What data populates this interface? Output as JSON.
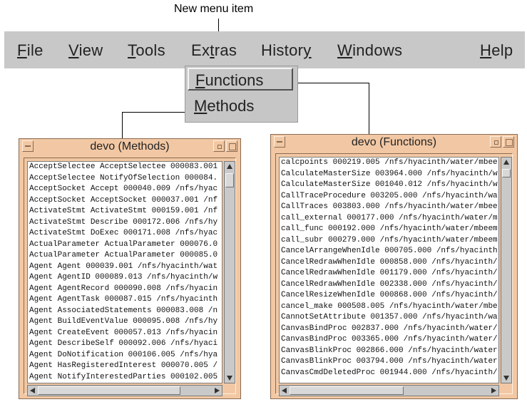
{
  "annotation": {
    "label": "New menu item"
  },
  "menubar": {
    "items": [
      {
        "mnemonic": "F",
        "rest": "ile"
      },
      {
        "mnemonic": "V",
        "rest": "iew"
      },
      {
        "mnemonic": "T",
        "rest": "ools"
      },
      {
        "pre": "Ex",
        "mnemonic": "t",
        "rest": "ras"
      },
      {
        "pre": "Histor",
        "mnemonic": "y",
        "rest": ""
      },
      {
        "mnemonic": "W",
        "rest": "indows"
      },
      {
        "mnemonic": "H",
        "rest": "elp"
      }
    ]
  },
  "dropdown": {
    "functions": {
      "mnemonic": "F",
      "rest": "unctions"
    },
    "methods": {
      "mnemonic": "M",
      "rest": "ethods"
    }
  },
  "methods_window": {
    "title": "devo (Methods)",
    "rows": [
      "AcceptSelectee AcceptSelectee 000083.001",
      "AcceptSelectee NotifyOfSelection 000084.",
      "AcceptSocket Accept 000040.009 /nfs/hyac",
      "AcceptSocket AcceptSocket 000037.001 /nf",
      "ActivateStmt ActivateStmt 000159.001 /nf",
      "ActivateStmt Describe 000172.006 /nfs/hy",
      "ActivateStmt DoExec 000171.008 /nfs/hyac",
      "ActualParameter ActualParameter 000076.0",
      "ActualParameter ActualParameter 000085.0",
      "Agent Agent 000039.001 /nfs/hyacinth/wat",
      "Agent AgentID 000089.013 /nfs/hyacinth/w",
      "Agent AgentRecord 000090.008 /nfs/hyacin",
      "Agent AgentTask 000087.015 /nfs/hyacinth",
      "Agent AssociatedStatements 000083.008 /n",
      "Agent BuildEventValue 000095.008 /nfs/hy",
      "Agent CreateEvent 000057.013 /nfs/hyacin",
      "Agent DescribeSelf 000092.006 /nfs/hyaci",
      "Agent DoNotification 000106.005 /nfs/hya",
      "Agent HasRegisteredInterest 000070.005 /",
      "Agent NotifyInterestedParties 000102.005"
    ]
  },
  "functions_window": {
    "title": "devo (Functions)",
    "rows": [
      "calcpoints 000219.005 /nfs/hyacinth/water/mbee",
      "CalculateMasterSize 003964.000 /nfs/hyacinth/w",
      "CalculateMasterSize 001040.012 /nfs/hyacinth/w",
      "CallTraceProcedure 003205.000 /nfs/hyacinth/wa",
      "CallTraces 003803.000 /nfs/hyacinth/water/mbee",
      "call_external 000177.000 /nfs/hyacinth/water/m",
      "call_func 000192.000 /nfs/hyacinth/water/mbeem",
      "call_subr 000279.000 /nfs/hyacinth/water/mbeem",
      "CancelArrangeWhenIdle 000705.000 /nfs/hyacinth",
      "CancelRedrawWhenIdle 000858.000 /nfs/hyacinth/",
      "CancelRedrawWhenIdle 001179.000 /nfs/hyacinth/",
      "CancelRedrawWhenIdle 002338.000 /nfs/hyacinth/",
      "CancelResizeWhenIdle 000868.000 /nfs/hyacinth/",
      "cancel_make 000508.005 /nfs/hyacinth/water/mbe",
      "CannotSetAttribute 001357.000 /nfs/hyacinth/wa",
      "CanvasBindProc 002837.000 /nfs/hyacinth/water/",
      "CanvasBindProc 003365.000 /nfs/hyacinth/water/",
      "CanvasBlinkProc 002866.000 /nfs/hyacinth/water",
      "CanvasBlinkProc 003794.000 /nfs/hyacinth/water",
      "CanvasCmdDeletedProc 001944.000 /nfs/hyacinth/"
    ]
  },
  "colors": {
    "menubar": "#c8c8c8",
    "window_frame": "#f2c8a4",
    "list_bg": "#ffffff"
  }
}
